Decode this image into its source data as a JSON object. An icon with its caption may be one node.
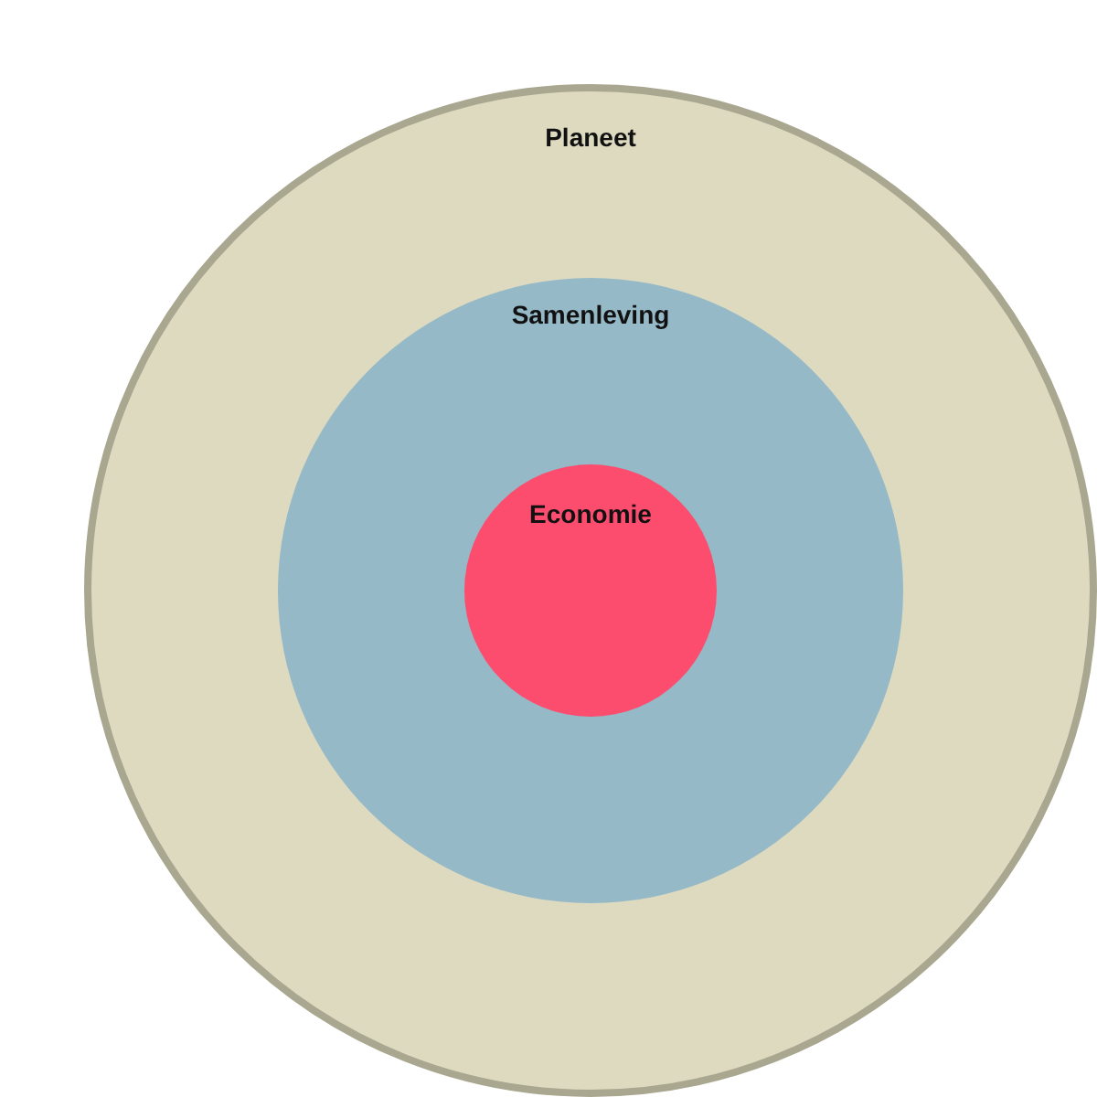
{
  "diagram": {
    "nodes": [
      {
        "text": [
          "Planeet"
        ]
      },
      {
        "text": [
          "Samenleving"
        ],
        "in": 0
      },
      {
        "text": [
          "Economie"
        ],
        "in": 1
      }
    ]
  }
}
